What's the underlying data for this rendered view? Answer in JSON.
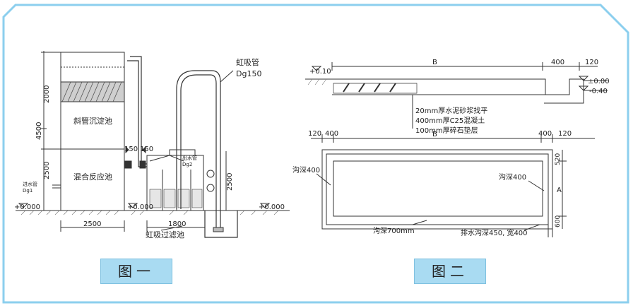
{
  "figure1": {
    "siphon_pipe_label": "虹吸管",
    "siphon_pipe_size": "Dg150",
    "outlet_pipe_label": "出水管",
    "outlet_pipe_size": "Dg2",
    "inlet_pipe_label": "进水管",
    "inlet_pipe_size": "Dg1",
    "sedimentation_tank": "斜管沉淀池",
    "reaction_tank": "混合反应池",
    "filter_tank": "虹吸过滤池",
    "dim_2000": "2000",
    "dim_4500": "4500",
    "dim_2500_left": "2500",
    "dim_2500_right": "2500",
    "dim_150_a": "150",
    "dim_150_b": "150",
    "dim_2500_bottom": "2500",
    "dim_1800": "1800",
    "level_left": "+0.000",
    "level_mid": "+0.000",
    "level_right": "+0.000",
    "caption": "图一"
  },
  "figure2": {
    "section": {
      "level_top": "+0.10",
      "dim_B": "B",
      "dim_400": "400",
      "dim_120": "120",
      "level_zero": "±0.00",
      "level_neg": "-0.40",
      "layer1": "20mm厚水泥砂浆找平",
      "layer2": "400mm厚C25混凝土",
      "layer3": "100mm厚碎石垫层"
    },
    "plan": {
      "dim_120_left": "120",
      "dim_400_left": "400",
      "dim_B": "B",
      "dim_400_right": "400",
      "dim_120_right": "120",
      "ditch_left": "沟深400",
      "ditch_right": "沟深400",
      "ditch_bottom": "沟深700mm",
      "drain_ditch": "排水沟深450, 宽400",
      "dim_520": "520",
      "dim_A": "A",
      "dim_600": "600"
    },
    "caption": "图二"
  },
  "colors": {
    "frame": "#8ccfee",
    "caption_bg": "#a9dbf2",
    "line": "#222222"
  }
}
